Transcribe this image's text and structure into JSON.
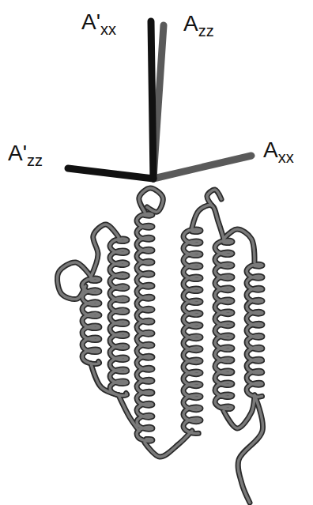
{
  "diagram": {
    "labels": [
      "A'xx",
      "Azz",
      "A'zz",
      "Axx"
    ]
  }
}
